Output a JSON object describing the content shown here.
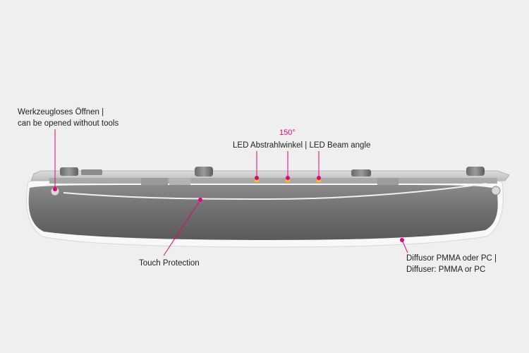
{
  "annotations": {
    "tool_free": {
      "line1": "Werkzeugloses Öffnen |",
      "line2": "can be opened without tools"
    },
    "beam_angle_value": "150°",
    "beam_angle": "LED Abstrahlwinkel | LED Beam angle",
    "touch_protection": "Touch Protection",
    "diffuser": {
      "line1": "Diffusor PMMA oder PC |",
      "line2": "Diffuser: PMMA or PC"
    }
  },
  "colors": {
    "background": "#efefef",
    "accent": "#e6007e",
    "housing": "#6e6e6e",
    "diffuser_edge": "#f8f8f8"
  }
}
